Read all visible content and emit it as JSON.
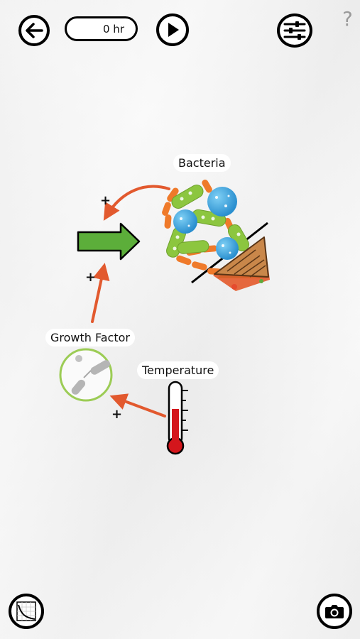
{
  "toolbar": {
    "time_display": "0 hr",
    "help_label": "?"
  },
  "diagram": {
    "bacteria_label": "Bacteria",
    "growth_factor_label": "Growth Factor",
    "temperature_label": "Temperature",
    "plus_sign": "+"
  },
  "colors": {
    "arrow_orange": "#e2592e",
    "big_arrow_green": "#5cae3a",
    "thermometer_red": "#d4161c",
    "rod_green": "#8cc63f",
    "rod_orange": "#ef7a2a",
    "sphere_blue": "#3aa3db",
    "ring_green": "#9ccc55"
  },
  "icons": {
    "back": "arrow-left-icon",
    "play": "play-icon",
    "settings": "sliders-icon",
    "graph": "graph-icon",
    "camera": "camera-icon"
  }
}
